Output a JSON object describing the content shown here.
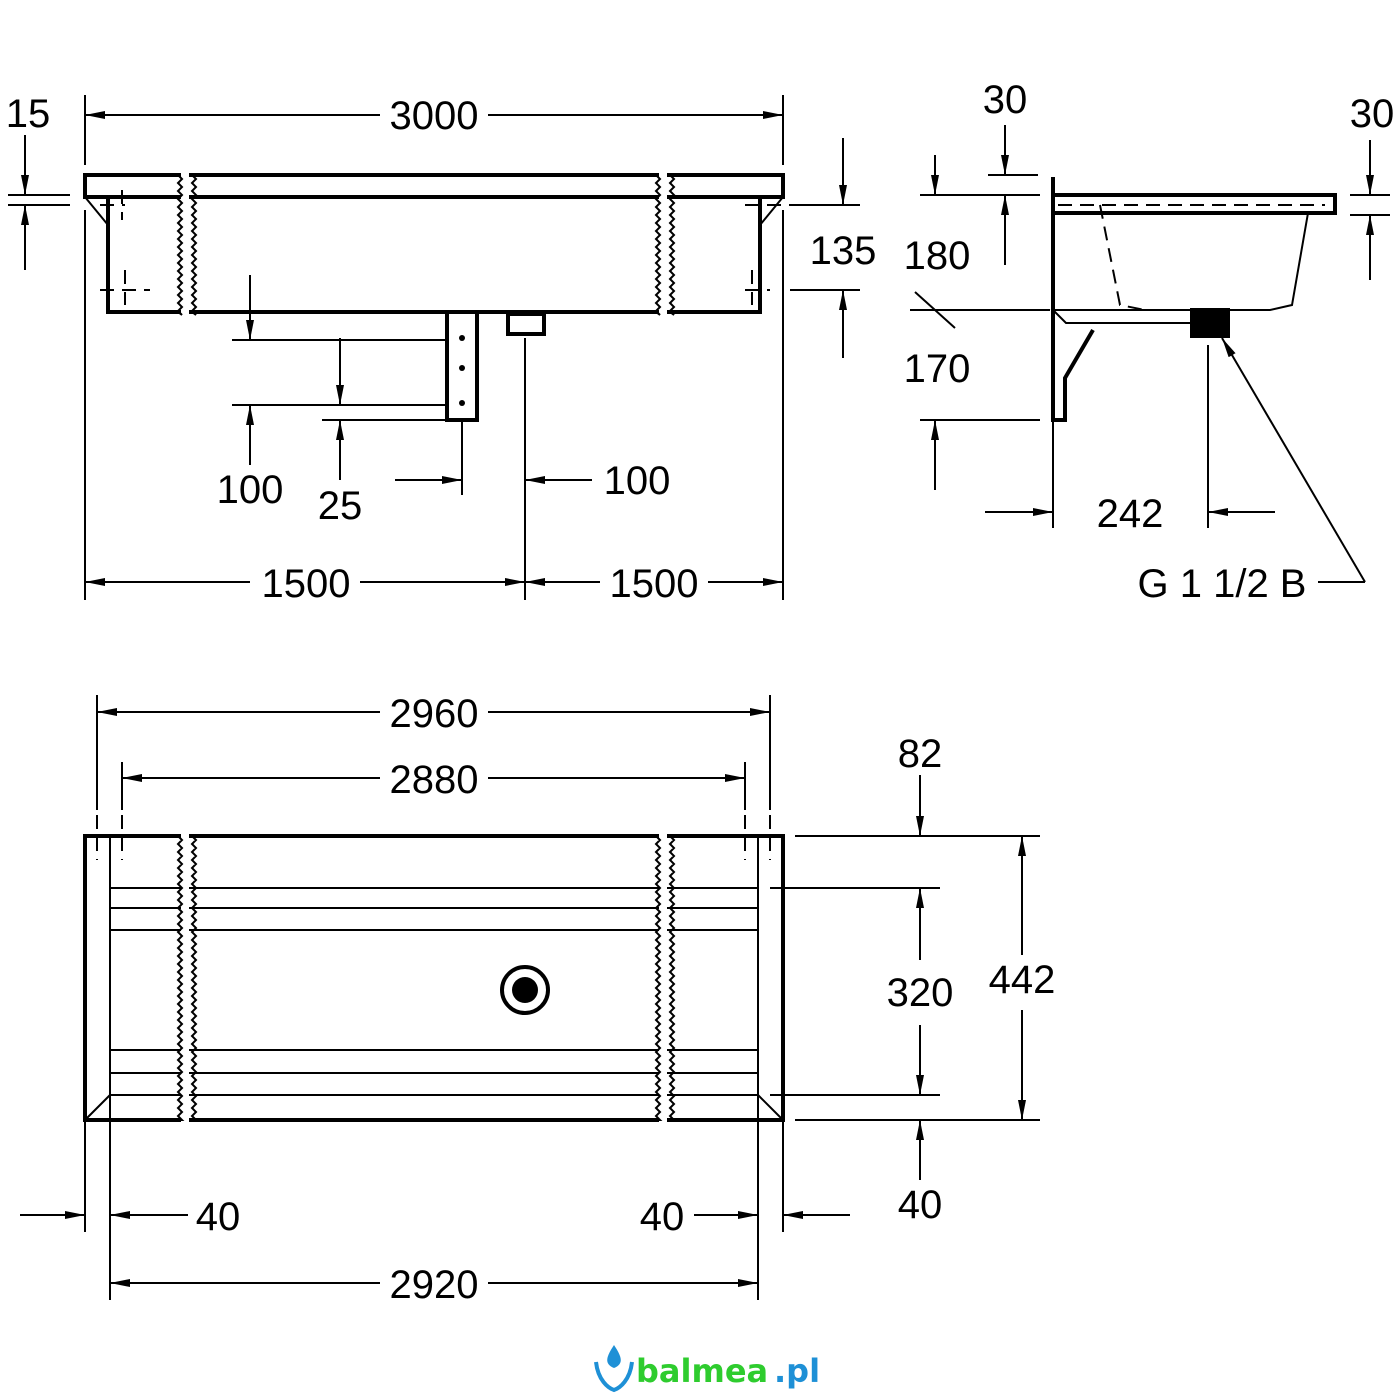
{
  "front_view": {
    "width_total": "3000",
    "rim_offset": "15",
    "height": "135",
    "bracket_height": "100",
    "bracket_offset": "25",
    "drain_offset": "100",
    "half_left": "1500",
    "half_right": "1500"
  },
  "side_view": {
    "rim_left": "30",
    "rim_right": "30",
    "upper": "180",
    "lower": "170",
    "drain_depth": "242",
    "thread": "G 1 1/2 B"
  },
  "top_view": {
    "outer_width": "2960",
    "inner_width": "2880",
    "front_margin": "82",
    "basin_depth": "320",
    "total_depth": "442",
    "back_margin": "40",
    "left_margin": "40",
    "right_margin": "40",
    "bottom_width": "2920"
  },
  "logo": {
    "brand": "balmea",
    "tld": ".pl",
    "colors": {
      "brand": "#2ecc2e",
      "tld": "#1e90d6"
    }
  }
}
